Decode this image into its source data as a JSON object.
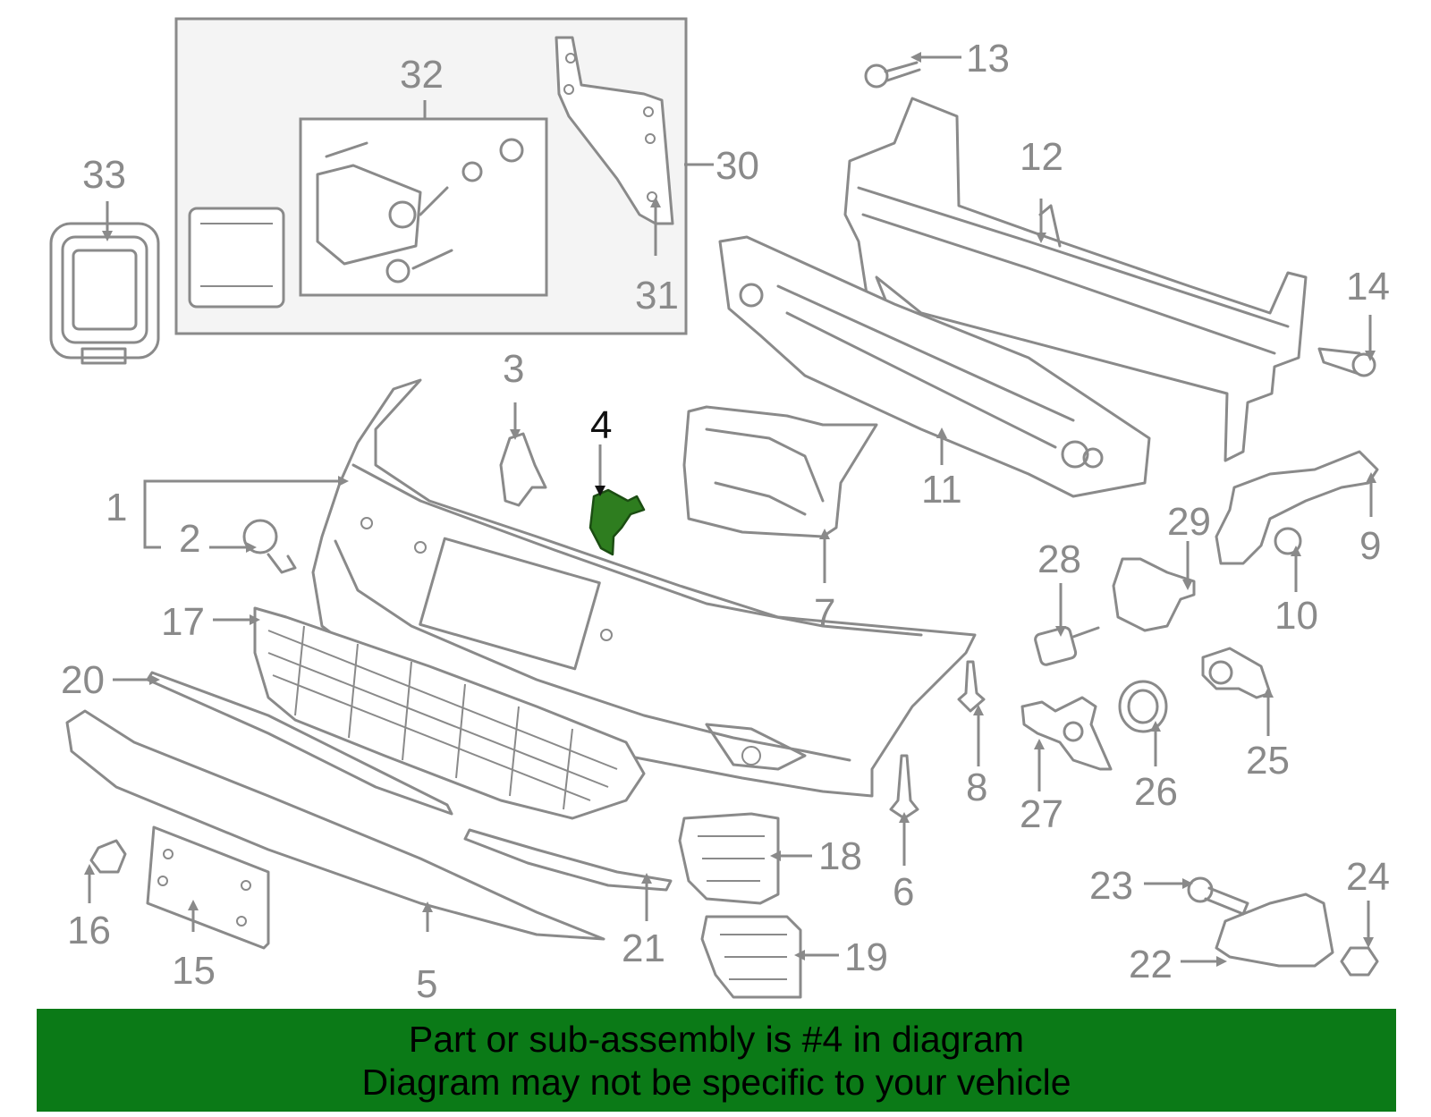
{
  "callouts": {
    "c1": "1",
    "c2": "2",
    "c3": "3",
    "c4": "4",
    "c5": "5",
    "c6": "6",
    "c7": "7",
    "c8": "8",
    "c9": "9",
    "c10": "10",
    "c11": "11",
    "c12": "12",
    "c13": "13",
    "c14": "14",
    "c15": "15",
    "c16": "16",
    "c17": "17",
    "c18": "18",
    "c19": "19",
    "c20": "20",
    "c21": "21",
    "c22": "22",
    "c23": "23",
    "c24": "24",
    "c25": "25",
    "c26": "26",
    "c27": "27",
    "c28": "28",
    "c29": "29",
    "c30": "30",
    "c31": "31",
    "c32": "32",
    "c33": "33"
  },
  "highlight": {
    "part_number": "4",
    "color": "#2e7d1f"
  },
  "banner": {
    "line1": "Part or sub-assembly is #4 in diagram",
    "line2": "Diagram may not be specific to your vehicle",
    "background": "#0b7a17"
  }
}
